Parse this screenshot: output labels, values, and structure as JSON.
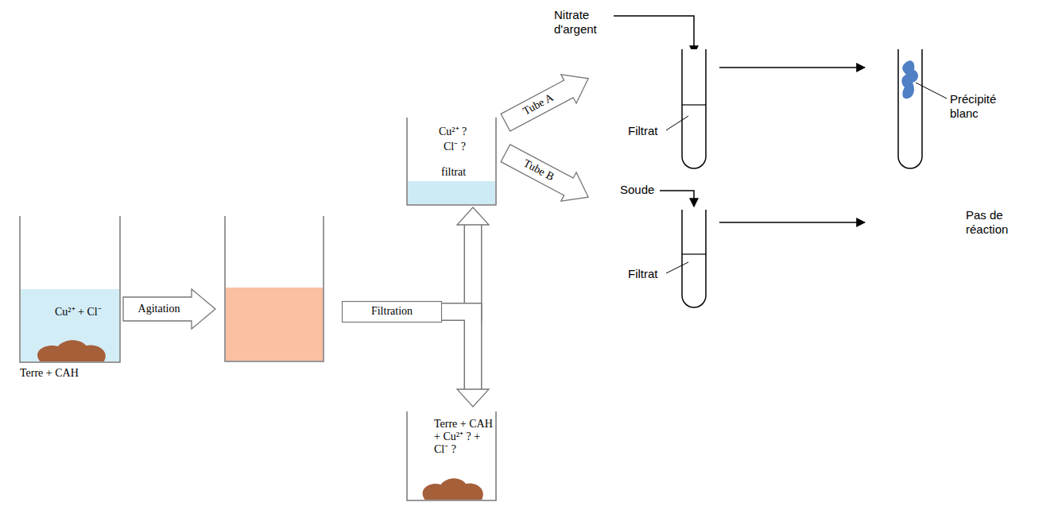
{
  "diagram": {
    "nodes": [
      {
        "text": [
          "Cu²⁺ + Cl⁻",
          "Terre + CAH"
        ]
      },
      {
        "text": [
          "Agitation"
        ]
      },
      {
        "text": [
          "Filtration"
        ]
      },
      {
        "text": [
          "Cu²⁺ ?",
          "Cl⁻ ?",
          "filtrat"
        ]
      },
      {
        "text": [
          "Terre + CAH + Cu²⁺ ? + Cl⁻ ?"
        ]
      },
      {
        "text": [
          "Tube A"
        ]
      },
      {
        "text": [
          "Tube B"
        ]
      }
    ],
    "edges": [
      {
        "from": 2,
        "to": 3,
        "arrow": "to"
      },
      {
        "from": 2,
        "to": 4,
        "arrow": "to"
      }
    ],
    "labels": [
      "Nitrate d'argent",
      "Filtrat",
      "Précipité blanc",
      "Soude",
      "Filtrat",
      "Pas de réaction"
    ]
  }
}
